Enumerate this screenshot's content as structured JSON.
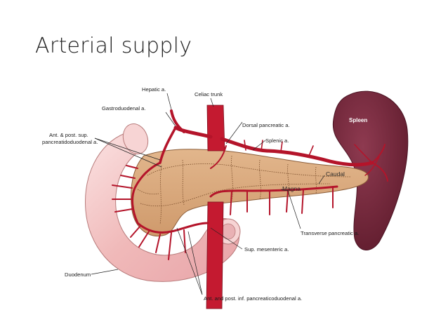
{
  "slide": {
    "title": "Arterial supply"
  },
  "diagram": {
    "labels": {
      "hepatic": "Hepatic a.",
      "celiac": "Celiac trunk",
      "gastroduodenal": "Gastroduodenal a.",
      "dorsal_pancreatic": "Dorsal pancreatic a.",
      "ant_post_sup_1": "Ant. & post. sup.",
      "ant_post_sup_2": "pancreatidoduodenal a.",
      "splenic": "Splenic a.",
      "spleen": "Spleen",
      "caudal": "Caudal",
      "magna": "Magna",
      "transverse": "Transverse pancreatic a.",
      "sup_mesenteric": "Sup. mesenteric a.",
      "duodenum": "Duodenum",
      "ant_post_inf": "Ant. and post. inf. pancreaticoduodenal a."
    },
    "colors": {
      "artery": "#b4142a",
      "pancreas": "#d9a77a",
      "duodenum": "#f2c3c3",
      "spleen": "#7a2a3e"
    }
  }
}
